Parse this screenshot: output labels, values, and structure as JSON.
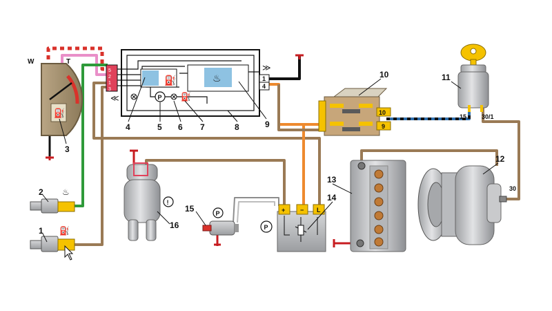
{
  "diagram": {
    "gauge": {
      "w_label": "W",
      "t_label": "T"
    },
    "callouts": [
      "1",
      "2",
      "3",
      "4",
      "5",
      "6",
      "7",
      "8",
      "9",
      "10",
      "11",
      "12",
      "13",
      "14",
      "15",
      "16"
    ],
    "cluster_terminals": [
      "1",
      "4"
    ],
    "relay_terminals": [
      "10",
      "9"
    ],
    "switch_terminals": [
      "15",
      "30/1"
    ],
    "alternator_terminal": "30",
    "relay14_terminals": [
      "+",
      "−",
      "L"
    ],
    "parking_symbol": "P",
    "brake_symbol": "!",
    "ground_symbol": "T"
  },
  "colors": {
    "wire_brown": "#9a7a55",
    "wire_orange": "#ee8a2e",
    "wire_green": "#2f9a3a",
    "wire_pink": "#e98fc8",
    "wire_red_stripe": "#d9322b",
    "wire_blue": "#2f6fae",
    "connector_red": "#e0415a",
    "connector_yellow": "#f5c200",
    "ground_red": "#c71c20",
    "component_grey": "#c9cacc"
  }
}
